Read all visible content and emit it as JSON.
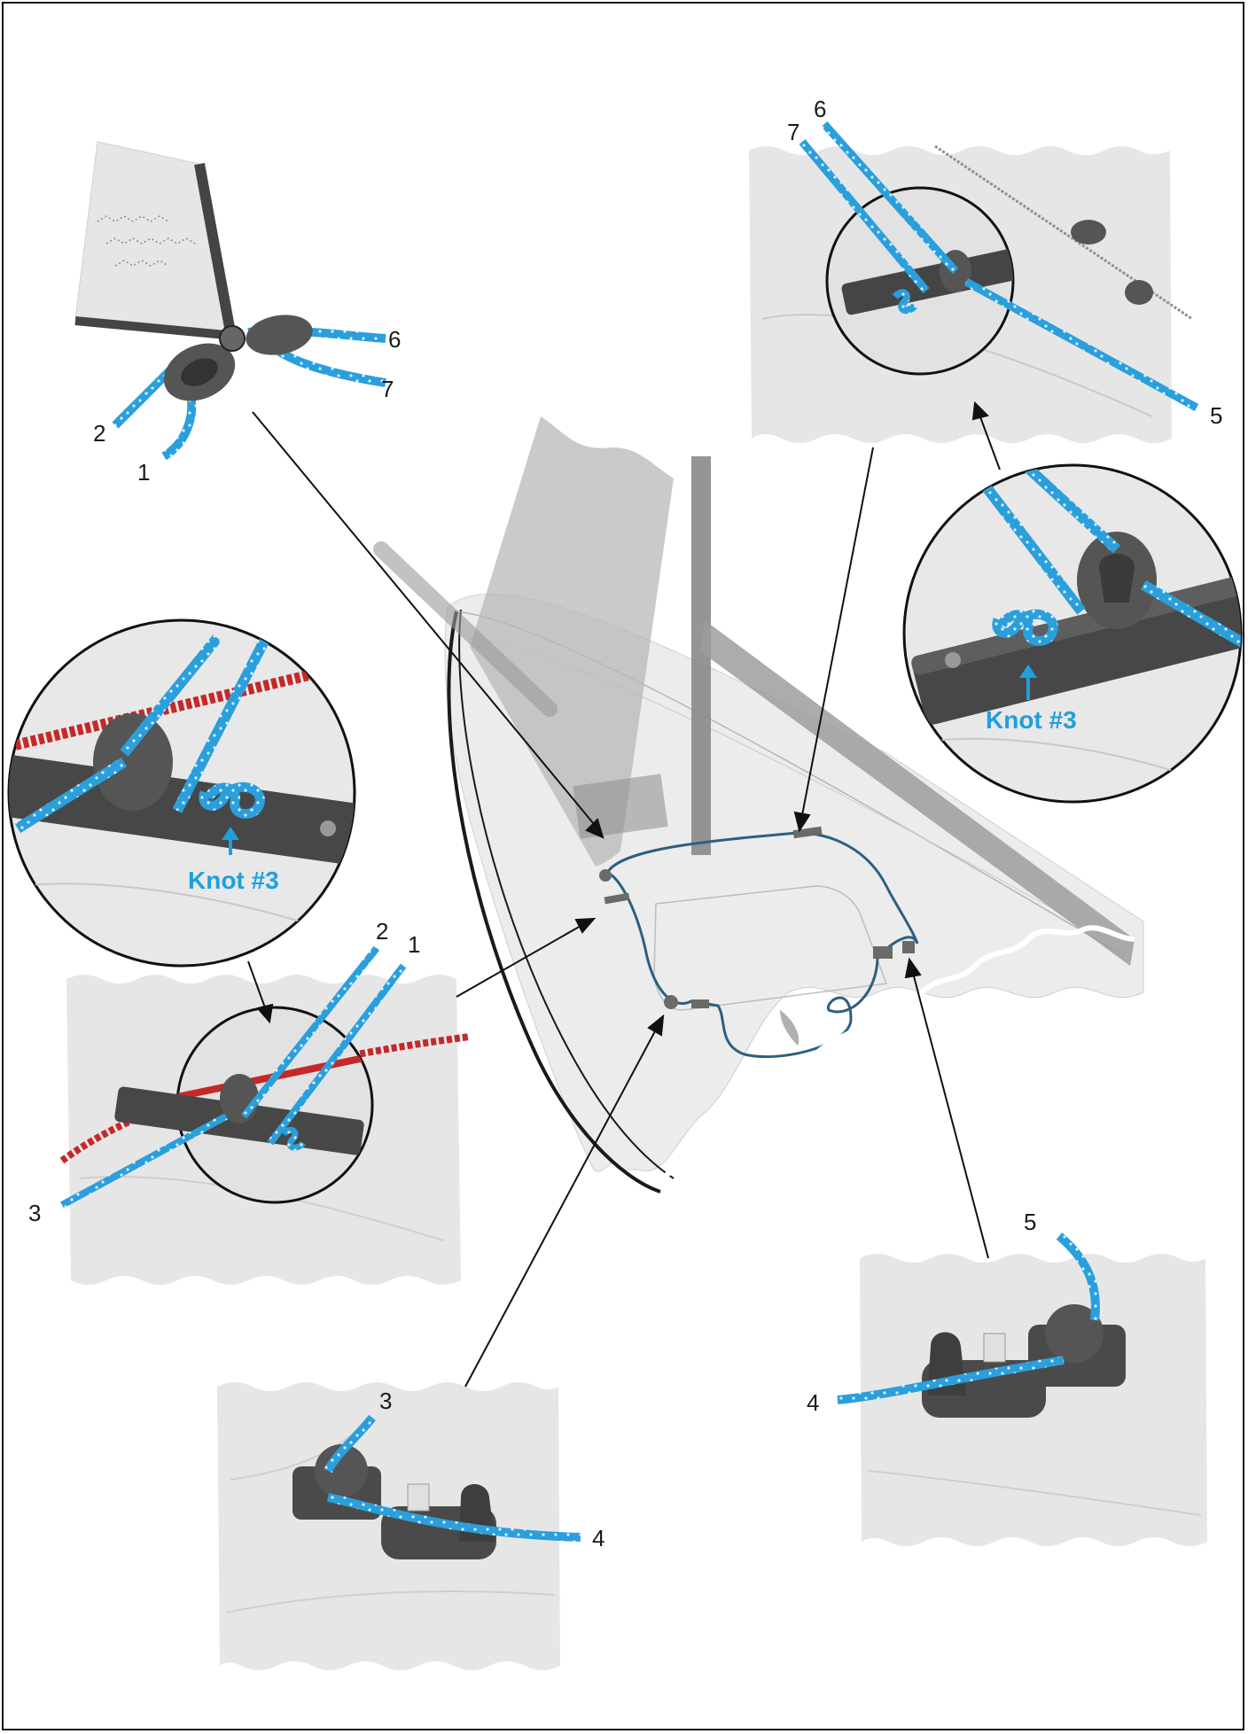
{
  "diagram": {
    "callouts": {
      "top_left": {
        "labels": [
          "6",
          "7",
          "2",
          "1"
        ]
      },
      "top_right": {
        "labels": [
          "6",
          "7",
          "5"
        ]
      },
      "right_circle": {
        "knot_label": "Knot #3"
      },
      "left_circle": {
        "knot_label": "Knot #3"
      },
      "mid_left": {
        "labels": [
          "2",
          "1",
          "3"
        ]
      },
      "bottom_left": {
        "labels": [
          "3",
          "4"
        ]
      },
      "bottom_right": {
        "labels": [
          "5",
          "4"
        ]
      }
    },
    "colors": {
      "rope_blue": "#2a9fdc",
      "rope_red": "#c62828",
      "hardware": "#4a4a4a",
      "panel_gray": "#e6e6e6",
      "sail_gray": "#9a9a9a",
      "knot_text": "#1e9fe0"
    }
  }
}
